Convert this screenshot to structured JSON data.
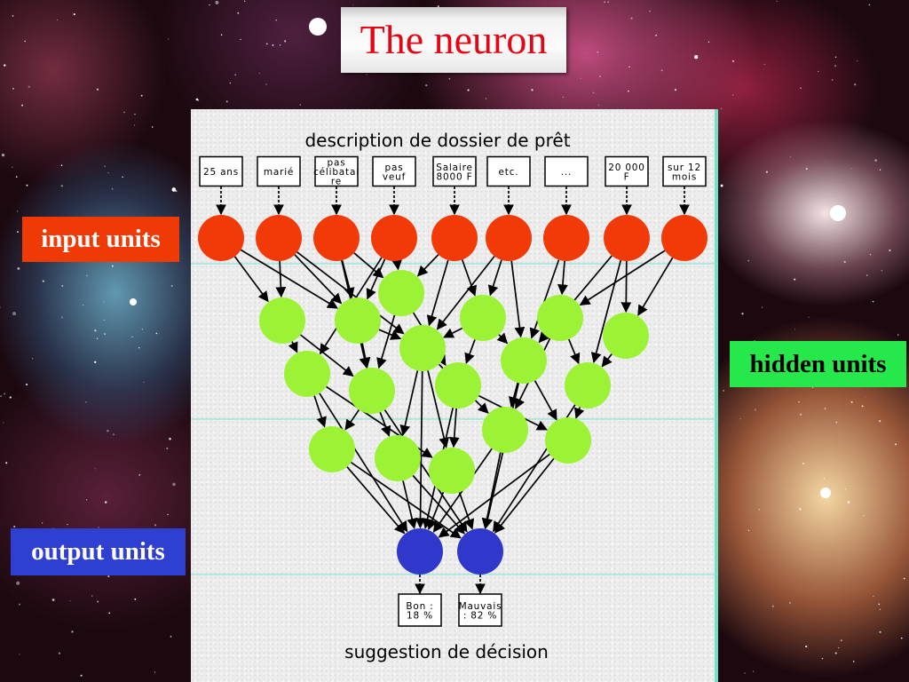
{
  "slide": {
    "title": "The neuron"
  },
  "labels": {
    "input_units": "input units",
    "hidden_units": "hidden units",
    "output_units": "output units"
  },
  "diagram": {
    "top_caption": "description de dossier de prêt",
    "bottom_caption": "suggestion de décision",
    "inputs": [
      [
        "25 ans"
      ],
      [
        "marié"
      ],
      [
        "pas",
        "célibatai",
        "re"
      ],
      [
        "pas",
        "veuf"
      ],
      [
        "Salaire",
        "8000 F"
      ],
      [
        "etc."
      ],
      [
        "..."
      ],
      [
        "20 000",
        "F"
      ],
      [
        "sur 12",
        "mois"
      ]
    ],
    "outputs": [
      [
        "Bon :",
        "18 %"
      ],
      [
        "Mauvais",
        ": 82 %"
      ]
    ],
    "colors": {
      "input_node": "#f23a08",
      "hidden_node": "#9cf235",
      "output_node": "#3038cc",
      "input_label_bg": "#f03a06",
      "hidden_label_bg": "#26e84a",
      "output_label_bg": "#2f3fd1",
      "title_text": "#e30613",
      "panel_border": "#6fe3c4"
    }
  }
}
